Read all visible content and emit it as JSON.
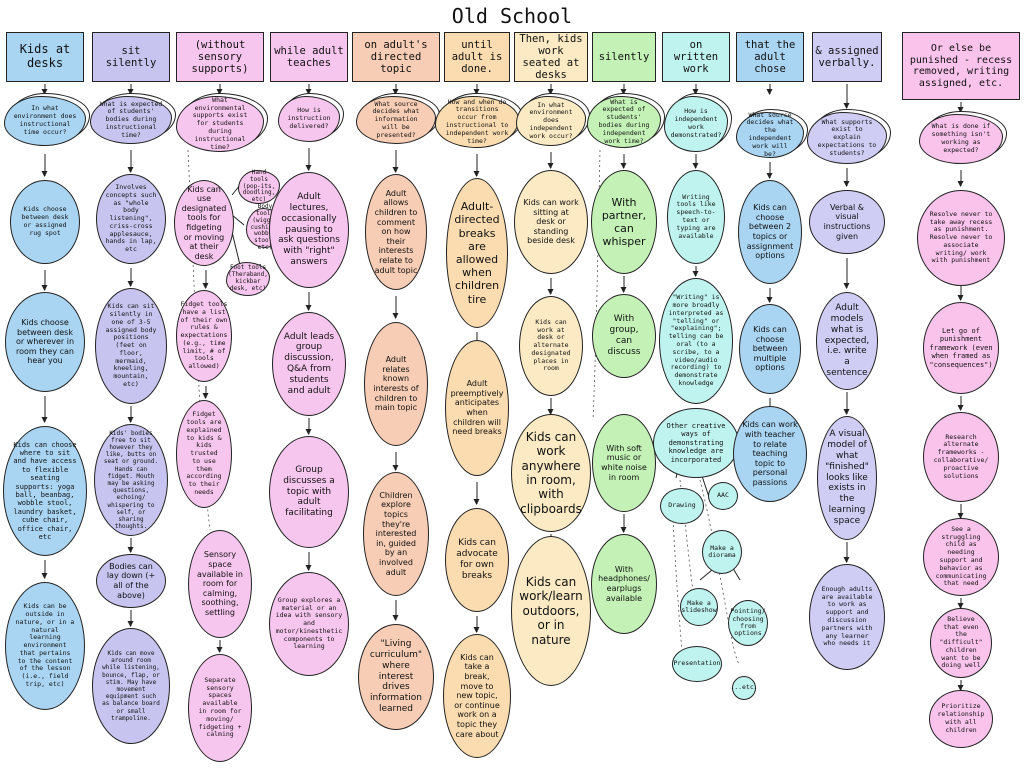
{
  "title": "Old School",
  "colors": {
    "blue": "#a9d4f2",
    "purple": "#c7c5ef",
    "pink": "#f7c6ee",
    "orange": "#f7cdb5",
    "peach": "#fbdcb0",
    "yellow": "#fbeac4",
    "green": "#c4f2b6",
    "cyan": "#bff3ef",
    "lavender": "#cfcdf4",
    "rose": "#f9c3ec"
  },
  "columns": [
    {
      "header": "Kids at desks",
      "question": "In what environment does instructional time occur?",
      "bubbles": [
        "Kids choose between desk or assigned rug spot",
        "Kids choose between desk or wherever in room they can hear you",
        "Kids can choose where to sit and have access to flexible seating supports: yoga ball, beanbag, wobble stool, laundry basket, cube chair, office chair, etc",
        "Kids can be outside in nature, or in a natural learning environment that pertains to the content of the lesson (i.e., field trip, etc)"
      ]
    },
    {
      "header": "sit silently",
      "question": "What is expected of students' bodies during instructional time?",
      "bubbles": [
        "Involves concepts such as \"whole body listening\", criss-cross applesauce, hands in lap, etc",
        "Kids can sit silently in one of 3-5 assigned body positions (feet on floor, mermaid, kneeling, mountain, etc)",
        "Kids' bodies free to sit however they like, butts on seat or ground. Hands can fidget. Mouth may be asking questions, echoing/ whispering to self, or sharing thoughts.",
        "Bodies can lay down (+ all of the above)",
        "Kids can move around room while listening, bounce, flap, or stim. May have movement equipment such as balance board or small trampoline."
      ]
    },
    {
      "header": "(without sensory supports)",
      "question": "What environmental supports exist for students during instructional time?",
      "bubbles": [
        "Kids can use designated tools for fidgeting or moving at their desk",
        "Fidget tools have a list of their own rules & expectations (e.g., time limit, # of tools allowed)",
        "Fidget tools are explained to kids & kids trusted to use them according to their needs",
        "Sensory space available in room for calming, soothing, settling",
        "Separate sensory spaces available in room for moving/ fidgeting + calming"
      ],
      "side_notes": [
        "Hand tools (pop-its, doodling, etc)",
        "Body tools (wiggle cushion, wobble stool, etc)",
        "Foot tools (Theraband, kickbar desk, etc)"
      ]
    },
    {
      "header": "while adult teaches",
      "question": "How is instruction delivered?",
      "bubbles": [
        "Adult lectures, occasionally pausing to ask questions with \"right\" answers",
        "Adult leads group discussion, Q&A from students and adult",
        "Group discusses a topic with adult facilitating",
        "Group explores a material or an idea with sensory and motor/kinesthetic components to learning"
      ]
    },
    {
      "header": "on adult's directed topic",
      "question": "What source decides what information will be presented?",
      "bubbles": [
        "Adult allows children to comment on how their interests relate to adult topic",
        "Adult relates known interests of children to main topic",
        "Children explore topics they're interested in, guided by an involved adult",
        "\"Living curriculum\" where interest drives information learned"
      ]
    },
    {
      "header": "until adult is done.",
      "question": "How and when do transitions occur from instructional to independent work time?",
      "bubbles": [
        "Adult-directed breaks are allowed when children tire",
        "Adult preemptively anticipates when children will need breaks",
        "Kids can advocate for own breaks",
        "Kids can take a break, move to new topic, or continue work on a topic they care about"
      ]
    },
    {
      "header": "Then, kids work seated at desks",
      "question": "In what environment does independent work occur?",
      "bubbles": [
        "Kids can work sitting at desk or standing beside desk",
        "Kids can work at desk or alternate designated places in room",
        "Kids can work anywhere in room, with clipboards",
        "Kids can work/learn outdoors, or in nature"
      ]
    },
    {
      "header": "silently",
      "question": "What is expected of students' bodies during independent work time?",
      "bubbles": [
        "With partner, can whisper",
        "With group, can discuss",
        "With soft music or white noise in room",
        "With headphones/ earplugs available"
      ]
    },
    {
      "header": "on written work",
      "question": "How is independent work demonstrated?",
      "bubbles": [
        "Writing tools like speech-to-text or typing are available",
        "\"Writing\" is more broadly interpreted as \"telling\" or \"explaining\"; telling can be oral (to a scribe, to a video/audio recording) to demonstrate knowledge",
        "Other creative ways of demonstrating knowledge are incorporated"
      ],
      "options": [
        "Drawing",
        "AAC",
        "Make a diorama",
        "Make a slideshow",
        "Pointing/ choosing from options",
        "Presentation",
        "...etc."
      ]
    },
    {
      "header": "that the adult chose",
      "question": "What source decides what the independent work will be?",
      "bubbles": [
        "Kids can choose between 2 topics or assignment options",
        "Kids can choose between multiple options",
        "Kids can work with teacher to relate teaching topic to personal passions"
      ]
    },
    {
      "header": "& assigned verbally.",
      "question": "What supports exist to explain expectations to students?",
      "bubbles": [
        "Verbal & visual instructions given",
        "Adult models what is expected, i.e. write a sentence",
        "A visual model of what \"finished\" looks like exists in the learning space",
        "Enough adults are available to work as support and discussion partners with any learner who needs it"
      ]
    },
    {
      "header": "Or else be punished - recess removed, writing assigned, etc.",
      "question": "What is done if something isn't working as expected?",
      "bubbles": [
        "Resolve never to take away recess as punishment. Resolve never to associate writing/ work with punishment",
        "Let go of punishment framework (even when framed as \"consequences\")",
        "Research alternate frameworks - collaborative/ proactive solutions",
        "See a struggling child as needing support and behavior as communicating that need",
        "Believe that even the \"difficult\" children want to be doing well",
        "Prioritize relationship with all children"
      ]
    }
  ]
}
